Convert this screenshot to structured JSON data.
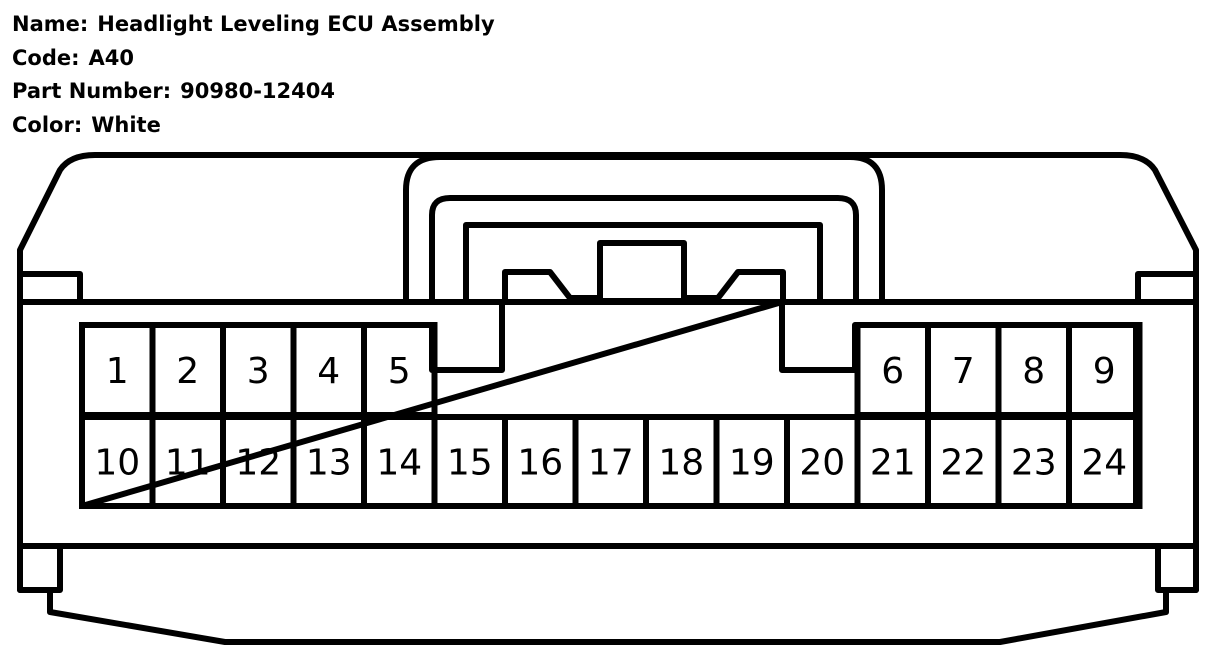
{
  "info": {
    "name": {
      "label": "Name:",
      "value": "Headlight Leveling ECU Assembly"
    },
    "code": {
      "label": "Code:",
      "value": "A40"
    },
    "part_number": {
      "label": "Part Number:",
      "value": "90980-12404"
    },
    "color": {
      "label": "Color:",
      "value": "White"
    }
  },
  "connector": {
    "top_row": [
      "1",
      "2",
      "3",
      "4",
      "5",
      "6",
      "7",
      "8",
      "9"
    ],
    "bottom_row": [
      "10",
      "11",
      "12",
      "13",
      "14",
      "15",
      "16",
      "17",
      "18",
      "19",
      "20",
      "21",
      "22",
      "23",
      "24"
    ]
  }
}
